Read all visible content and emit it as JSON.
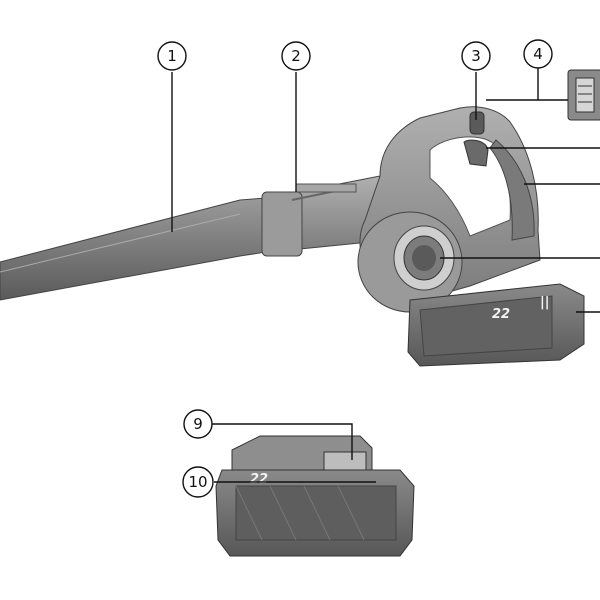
{
  "callouts": [
    {
      "id": "1",
      "label": "1"
    },
    {
      "id": "2",
      "label": "2"
    },
    {
      "id": "3",
      "label": "3"
    },
    {
      "id": "4",
      "label": "4"
    },
    {
      "id": "9",
      "label": "9"
    },
    {
      "id": "10",
      "label": "10"
    }
  ],
  "battery_mark": "22",
  "colors": {
    "tool_body": "#8f8f8f",
    "tool_dark": "#5c5c5c",
    "tool_light": "#b5b5b5",
    "battery_body": "#6e6e6e",
    "line": "#111111"
  }
}
